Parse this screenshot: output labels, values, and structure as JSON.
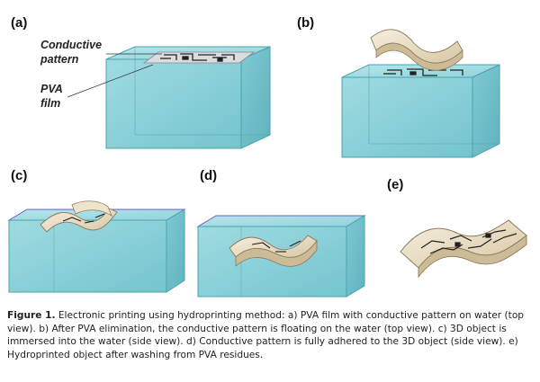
{
  "panels": {
    "a": "(a)",
    "b": "(b)",
    "c": "(c)",
    "d": "(d)",
    "e": "(e)"
  },
  "callouts": {
    "conductive_line1": "Conductive",
    "conductive_line2": "pattern",
    "pva_line1": "PVA",
    "pva_line2": "film"
  },
  "caption": {
    "figure_number": "Figure 1.",
    "text": " Electronic printing using hydroprinting method: a) PVA film with conductive pattern on water (top view). b) After PVA elimination, the conductive pattern is floating on the water (top view). c) 3D object is immersed into the water (side view). d) Conductive pattern is fully adhered to the 3D object (side view). e) Hydroprinted object after washing from PVA residues."
  },
  "colors": {
    "water": "#8fd3da",
    "water_dark": "#5fb8c4",
    "water_edge": "#4aa2b0",
    "object": "#eee3cc",
    "object_shade": "#cdbb98",
    "film": "#d9dde0",
    "circuit": "#222222"
  }
}
